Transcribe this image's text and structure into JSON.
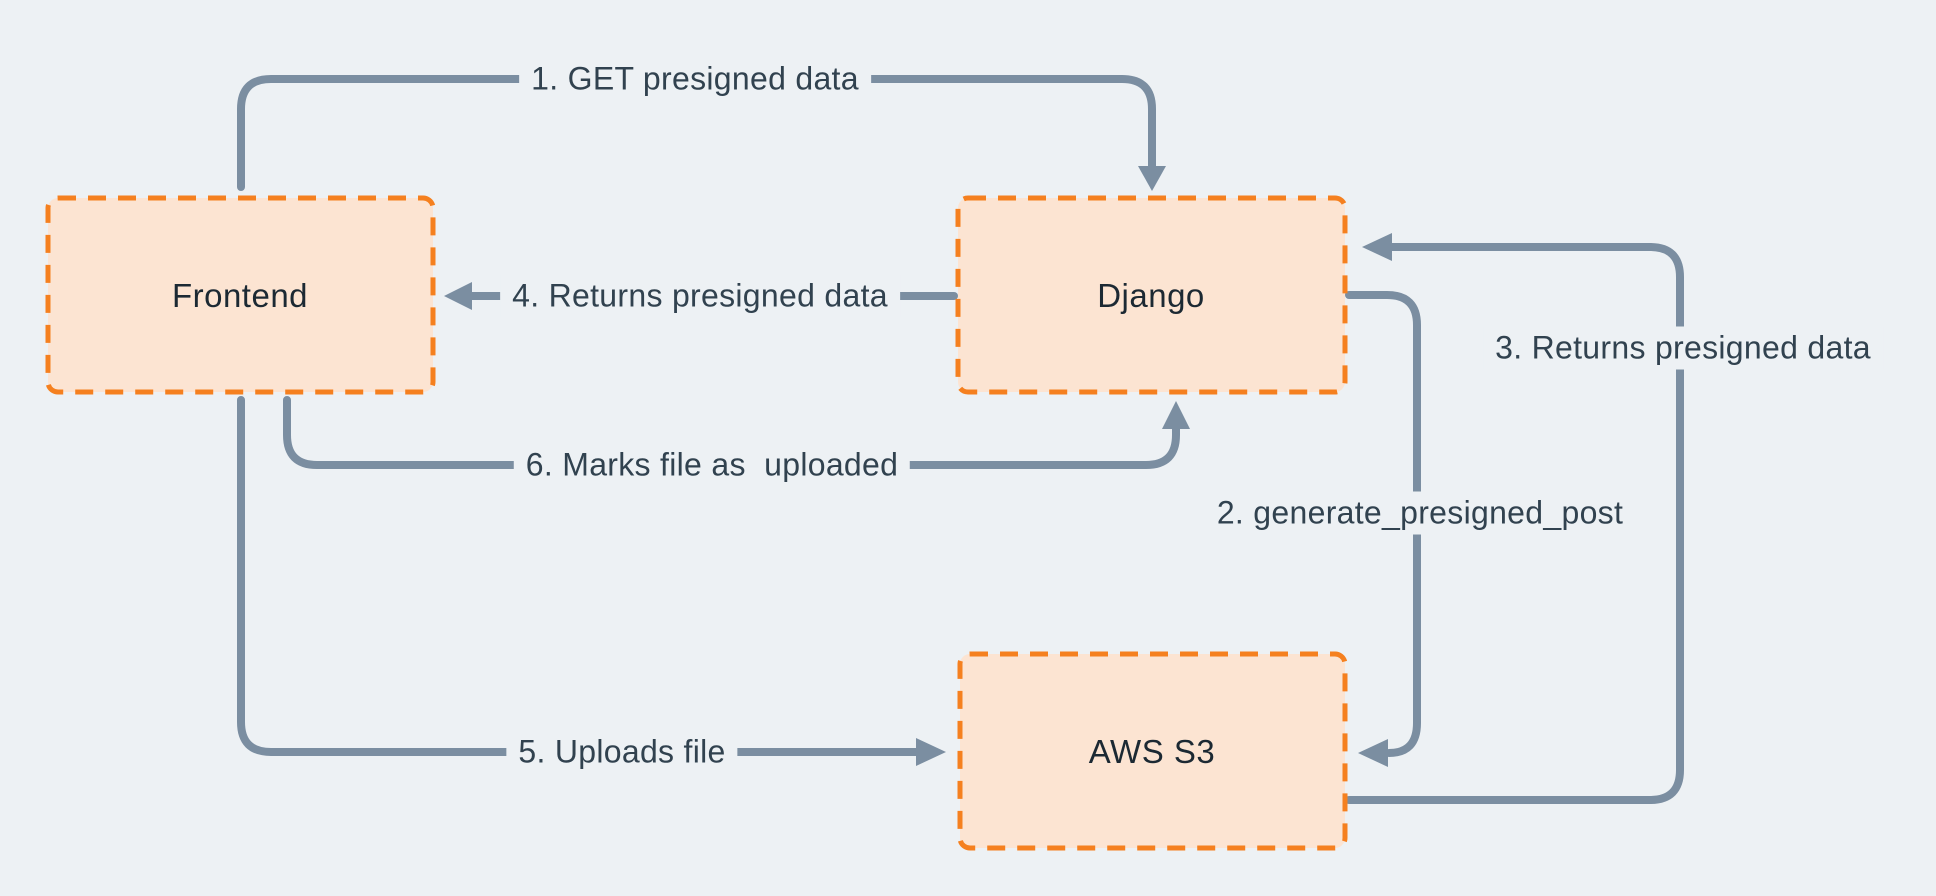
{
  "diagram": {
    "nodes": [
      {
        "id": "frontend",
        "label": "Frontend"
      },
      {
        "id": "django",
        "label": "Django"
      },
      {
        "id": "aws-s3",
        "label": "AWS S3"
      }
    ],
    "edges": [
      {
        "step": 1,
        "from": "Frontend",
        "to": "Django",
        "label": "1. GET presigned data"
      },
      {
        "step": 2,
        "from": "Django",
        "to": "AWS S3",
        "label": "2. generate_presigned_post"
      },
      {
        "step": 3,
        "from": "AWS S3",
        "to": "Django",
        "label": "3. Returns presigned data"
      },
      {
        "step": 4,
        "from": "Django",
        "to": "Frontend",
        "label": "4. Returns presigned data"
      },
      {
        "step": 5,
        "from": "Frontend",
        "to": "AWS S3",
        "label": "5. Uploads file"
      },
      {
        "step": 6,
        "from": "Frontend",
        "to": "Django",
        "label": "6. Marks file as  uploaded"
      }
    ]
  },
  "theme": {
    "--bg": "#edf1f4",
    "--node-fill": "#fce4d2",
    "--node-stroke": "#f5801f",
    "--line": "#7b8ea1",
    "--node-text": "#1c2933",
    "--edge-text": "#31424f"
  }
}
